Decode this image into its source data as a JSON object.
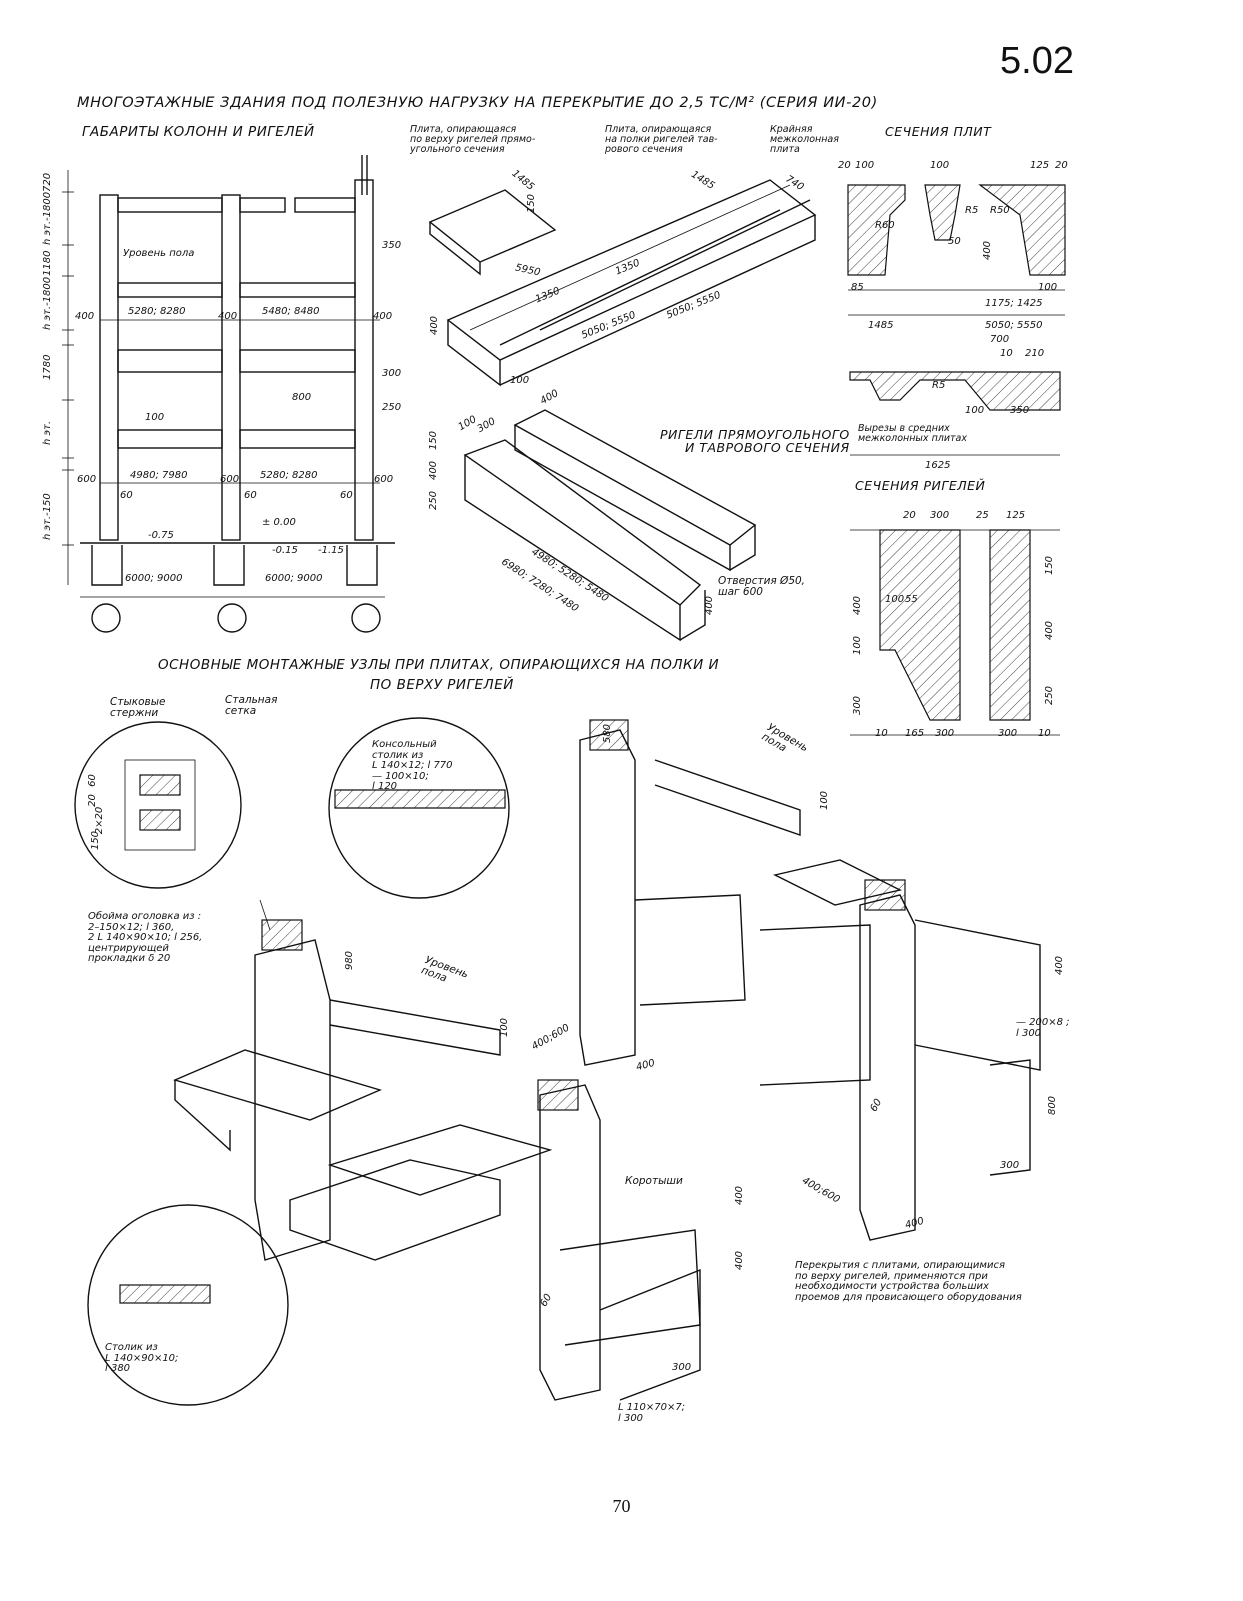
{
  "sheet_number": "5.02",
  "main_title": "МНОГОЭТАЖНЫЕ ЗДАНИЯ ПОД ПОЛЕЗНУЮ НАГРУЗКУ НА ПЕРЕКРЫТИЕ ДО 2,5 ТС/М² (СЕРИЯ ИИ-20)",
  "frame_section": {
    "title": "ГАБАРИТЫ КОЛОНН И РИГЕЛЕЙ",
    "floor_level": "Уровень пола",
    "side_dims": [
      "720",
      "h эт.-1800",
      "1180",
      "h эт.-1800",
      "1780",
      "h эт.",
      "h эт.-150"
    ],
    "dims": [
      "5280; 8280",
      "5480; 8480",
      "400",
      "400",
      "400",
      "4980; 7980",
      "5280; 8280",
      "600",
      "600",
      "600",
      "6000; 9000",
      "6000; 9000",
      "± 0.00",
      "-0.15",
      "-0.75",
      "-1.15",
      "350",
      "100",
      "300",
      "250",
      "800",
      "60",
      "60",
      "60"
    ]
  },
  "slab_labels": {
    "top_support": "Плита, опирающаяся\nпо верху ригелей прямо-\nугольного сечения",
    "shelf_support": "Плита, опирающаяся\nна полки ригелей тав-\nрового сечения",
    "edge_slab": "Крайняя\nмежколонная\nплита",
    "dims": [
      "1485",
      "1485",
      "740",
      "5950",
      "1350",
      "1350",
      "5050; 5550",
      "5050; 5550",
      "150",
      "400",
      "100"
    ]
  },
  "slab_sections": {
    "title": "СЕЧЕНИЯ ПЛИТ",
    "dims": [
      "20",
      "100",
      "100",
      "125",
      "20",
      "R60",
      "R5",
      "R50",
      "50",
      "400",
      "85",
      "100",
      "1175; 1425",
      "1485",
      "5050; 5550",
      "700",
      "210",
      "10",
      "R5",
      "100",
      "350",
      "1625"
    ],
    "cutouts": "Вырезы в средних\nмежколонных плитах"
  },
  "beams": {
    "title": "РИГЕЛИ ПРЯМОУГОЛЬНОГО\nИ ТАВРОВОГО СЕЧЕНИЯ",
    "dims": [
      "400",
      "100",
      "300",
      "150",
      "400",
      "250",
      "4980; 5280; 5480",
      "6980; 7280; 7480",
      "400"
    ],
    "holes": "Отверстия Ø50,\nшаг 600"
  },
  "beam_sections": {
    "title": "СЕЧЕНИЯ РИГЕЛЕЙ",
    "dims": [
      "20",
      "300",
      "25",
      "125",
      "400",
      "100",
      "55",
      "100",
      "300",
      "150",
      "400",
      "250",
      "10",
      "165",
      "300",
      "300",
      "10"
    ]
  },
  "nodes": {
    "title_line1": "ОСНОВНЫЕ МОНТАЖНЫЕ УЗЛЫ ПРИ ПЛИТАХ, ОПИРАЮЩИХСЯ НА ПОЛКИ И",
    "title_line2": "ПО ВЕРХУ РИГЕЛЕЙ",
    "joint_bars": "Стыковые\nстержни",
    "steel_mesh": "Стальная\nсетка",
    "console": "Консольный\nстолик из\nL 140×12; l 770\n— 100×10;\nl 120",
    "clamp": "Обойма оголовка из :\n2–150×12; l 360,\n2 L 140×90×10; l 256,\nцентрирующей\nпрокладки δ 20",
    "floor_level_1": "Уровень\nпола",
    "floor_level_2": "Уровень\nпола",
    "stubs": "Коротыши",
    "table": "Столик из\nL 140×90×10;\nl 380",
    "angle": "L 110×70×7;\nl 300",
    "plate": "— 200×8 ;\nl 300",
    "note": "Перекрытия с плитами, опирающимися\nпо верху ригелей, применяются при\nнеобходимости устройства больших\nпроемов для провисающего оборудования",
    "dims": [
      "150",
      "60",
      "20",
      "2×20",
      "580",
      "980",
      "100",
      "100",
      "400;600",
      "400",
      "400",
      "400",
      "400",
      "800",
      "300",
      "400;600",
      "400",
      "60",
      "60",
      "300"
    ]
  },
  "page_number": "70"
}
